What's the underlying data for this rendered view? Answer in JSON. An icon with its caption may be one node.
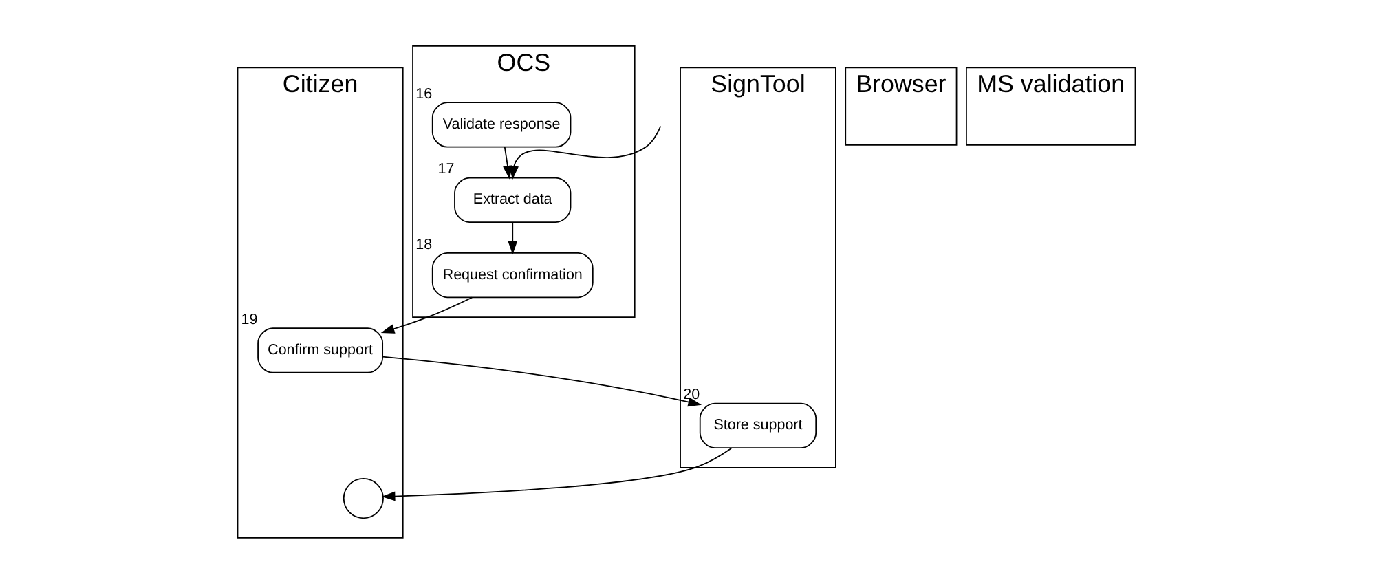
{
  "diagram": {
    "nodes": [
      {
        "text": [
          "Citizen"
        ]
      },
      {
        "text": [
          "Browser"
        ]
      },
      {
        "text": [
          "SignTool"
        ]
      },
      {
        "text": [
          "OCS"
        ]
      },
      {
        "text": [
          "MS validation"
        ]
      },
      {
        "text": [
          "Validate response"
        ],
        "in": 3,
        "beside": [
          "16"
        ]
      },
      {
        "text": [
          "Extract data"
        ],
        "in": 3,
        "beside": [
          "17"
        ]
      },
      {
        "text": [
          "Request confirmation"
        ],
        "in": 3,
        "beside": [
          "18"
        ]
      },
      {
        "text": [
          "Confirm support"
        ],
        "in": 0,
        "beside": [
          "19"
        ]
      },
      {
        "text": [
          "Store support"
        ],
        "in": 2,
        "beside": [
          "20"
        ]
      },
      {
        "text": [],
        "shape": "circle",
        "in": 0
      }
    ],
    "edges": [
      {
        "from": 5,
        "to": 6,
        "arrow": "to"
      },
      {
        "from": null,
        "to": 6,
        "arrow": "to"
      },
      {
        "from": 6,
        "to": 7,
        "arrow": "to"
      },
      {
        "from": 7,
        "to": 8,
        "arrow": "to"
      },
      {
        "from": 8,
        "to": 9,
        "arrow": "to"
      },
      {
        "from": 9,
        "to": 10,
        "arrow": "to"
      }
    ]
  }
}
